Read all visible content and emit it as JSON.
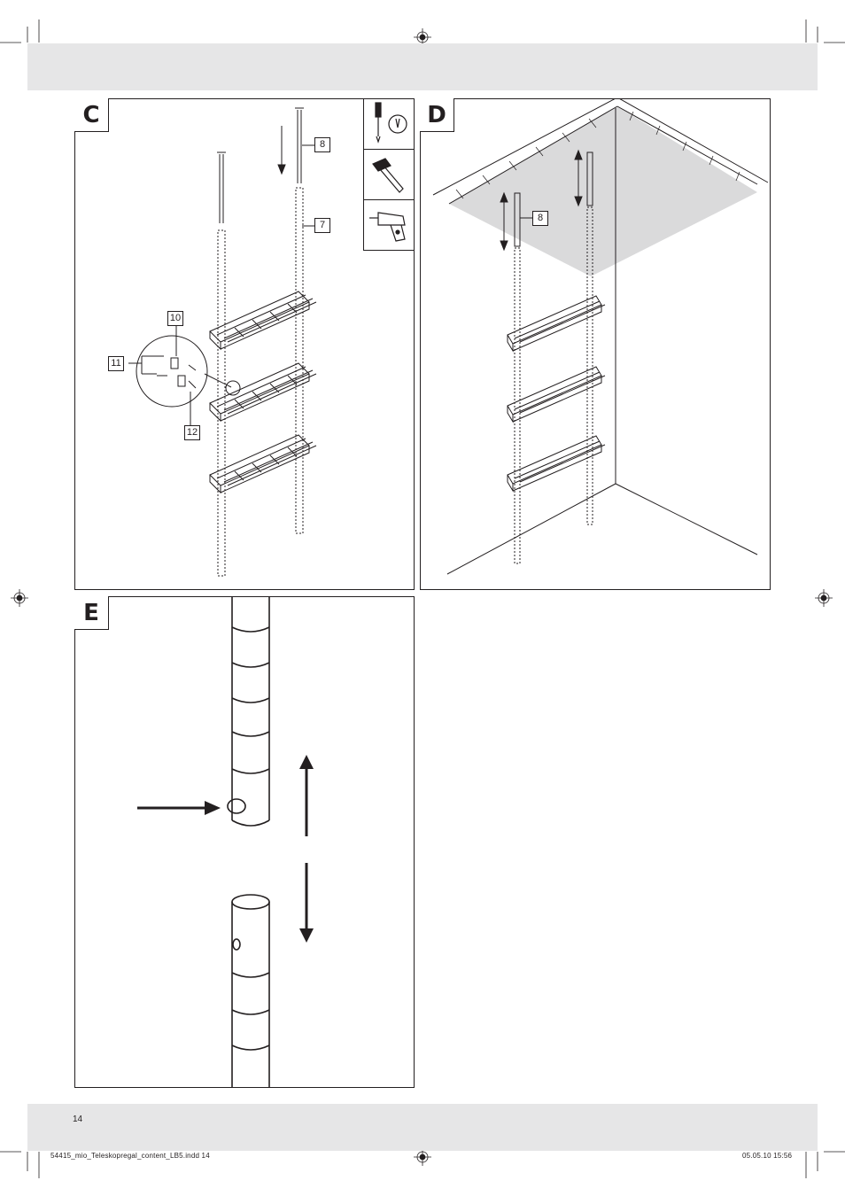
{
  "panels": {
    "c": {
      "letter": "C",
      "callouts": [
        "8",
        "7",
        "10",
        "11",
        "12"
      ]
    },
    "d": {
      "letter": "D",
      "callouts": [
        "8"
      ]
    },
    "e": {
      "letter": "E"
    }
  },
  "tools": [
    "screwdriver-icon",
    "hammer-icon",
    "drill-icon"
  ],
  "footer": {
    "page_number": "14",
    "slug_left": "54415_mio_Teleskopregal_content_LB5.indd   14",
    "slug_right": "05.05.10   15:56"
  },
  "colors": {
    "band": "#e6e6e7",
    "ink": "#231f20",
    "ceiling": "#dadadb"
  }
}
